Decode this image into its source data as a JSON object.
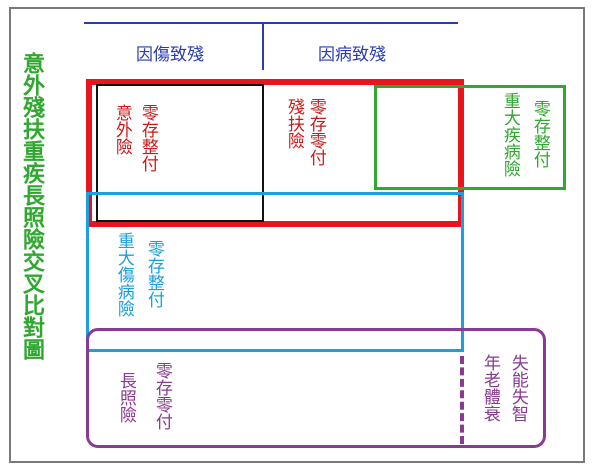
{
  "title": "意外殘扶重疾長照險交叉比對圖",
  "colors": {
    "title": "#2ea82e",
    "accident_box": "#e8141e",
    "critical_illness_box": "#2ea82e",
    "major_injury_box": "#1aa0e0",
    "long_term_care_box": "#8a3a92",
    "header_line": "#2a3bb0"
  },
  "header": {
    "accident_cause": "因傷致殘",
    "illness_cause": "因病致殘"
  },
  "blocks": {
    "accident_insurance": {
      "name": "意外險",
      "payout": "零存整付"
    },
    "disability_insurance": {
      "name": "殘扶險",
      "payout": "零存零付"
    },
    "critical_illness": {
      "name": "重大疾病險",
      "payout": "零存整付"
    },
    "major_injury": {
      "name": "重大傷病險",
      "payout": "零存整付"
    },
    "long_term_care": {
      "name": "長照險",
      "payout": "零存零付"
    },
    "disability_dementia": {
      "col1": "失能失智",
      "col2": "年老體衰"
    }
  }
}
